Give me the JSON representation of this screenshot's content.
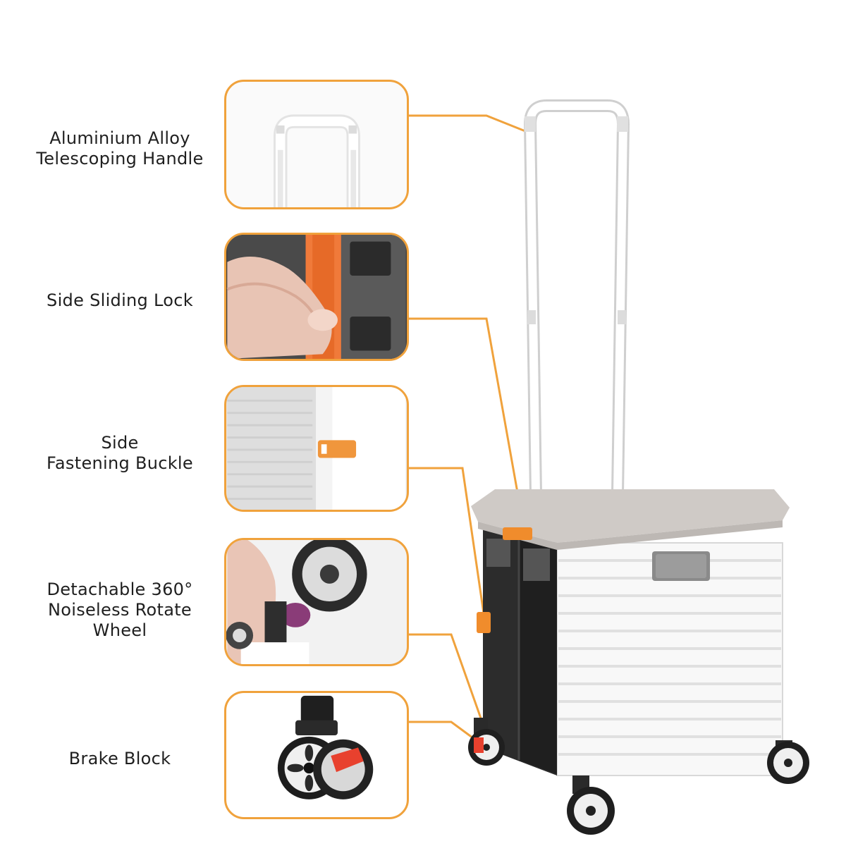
{
  "accent_color": "#f0a23c",
  "features": [
    {
      "lines": [
        "Aluminium Alloy",
        "Telescoping Handle"
      ]
    },
    {
      "lines": [
        "Side Sliding Lock"
      ]
    },
    {
      "lines": [
        "Side",
        "Fastening Buckle"
      ]
    },
    {
      "lines": [
        "Detachable 360°",
        "Noiseless Rotate",
        "Wheel"
      ]
    },
    {
      "lines": [
        "Brake Block"
      ]
    }
  ],
  "icons": {
    "callout_1": "telescoping-handle-closeup",
    "callout_2": "hand-sliding-lock-closeup",
    "callout_3": "side-buckle-closeup",
    "callout_4": "hand-detaching-wheel-closeup",
    "callout_5": "brake-wheel-closeup",
    "main": "folding-shopping-cart"
  }
}
